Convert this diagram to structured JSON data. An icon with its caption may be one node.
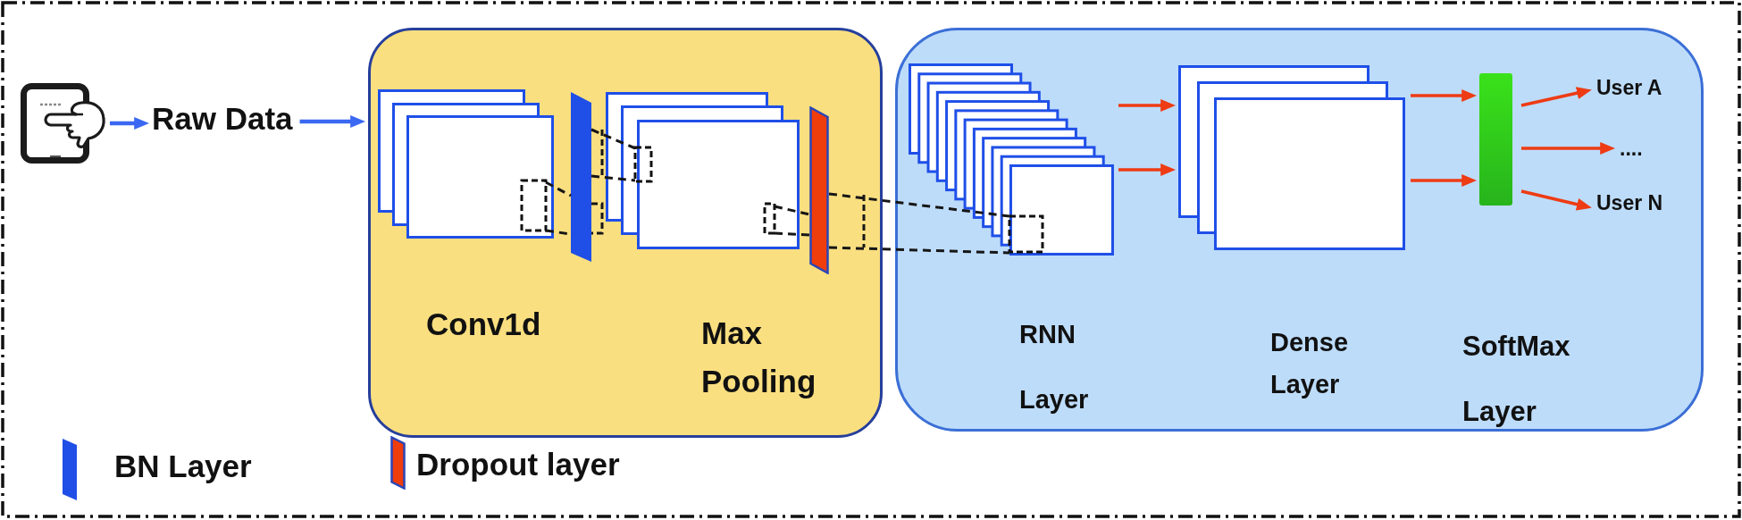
{
  "diagram": {
    "nodes": [
      {
        "text": [],
        "shape": "picture"
      },
      {
        "text": [
          "Raw Data"
        ]
      },
      {
        "text": [],
        "shape": "box"
      },
      {
        "text": [],
        "shape": "box",
        "in": 2,
        "beside": [
          "Conv1d"
        ]
      },
      {
        "text": [],
        "shape": "bar",
        "in": 2
      },
      {
        "text": [],
        "shape": "box",
        "in": 2,
        "beside": [
          "Max Pooling"
        ]
      },
      {
        "text": [],
        "shape": "bar",
        "in": 2
      },
      {
        "text": [],
        "shape": "box"
      },
      {
        "text": [],
        "shape": "box",
        "in": 7,
        "beside": [
          "RNN Layer"
        ]
      },
      {
        "text": [],
        "shape": "box",
        "in": 7,
        "beside": [
          "Dense Layer"
        ]
      },
      {
        "text": [],
        "shape": "bar",
        "in": 7
      },
      {
        "text": [
          "User A"
        ],
        "in": 7
      },
      {
        "text": [
          "...."
        ],
        "in": 7
      },
      {
        "text": [
          "User N"
        ],
        "in": 7
      }
    ],
    "edges": [
      {
        "from": 0,
        "to": 1,
        "arrow": "to",
        "color": "#3a68f2"
      },
      {
        "from": 1,
        "to": 2,
        "arrow": "to",
        "color": "#3a68f2"
      },
      {
        "from": 3,
        "to": 4,
        "arrow": "none",
        "style": "dashed",
        "color": "#161616"
      },
      {
        "from": 4,
        "to": 5,
        "arrow": "none",
        "style": "dashed",
        "color": "#161616"
      },
      {
        "from": 5,
        "to": 6,
        "arrow": "none",
        "style": "dashed",
        "color": "#161616"
      },
      {
        "from": 6,
        "to": 8,
        "arrow": "none",
        "style": "dashed",
        "color": "#161616"
      },
      {
        "from": 8,
        "to": 9,
        "arrow": "to"
      },
      {
        "from": 8,
        "to": 9,
        "arrow": "to"
      },
      {
        "from": 9,
        "to": 10,
        "arrow": "to"
      },
      {
        "from": 9,
        "to": 10,
        "arrow": "to"
      },
      {
        "from": 10,
        "to": 11,
        "arrow": "to"
      },
      {
        "from": 10,
        "to": 12,
        "arrow": "to"
      },
      {
        "from": 10,
        "to": 13,
        "arrow": "to"
      }
    ],
    "labels": [
      "SoftMax Layer"
    ],
    "legend": [
      {
        "text": "BN Layer",
        "color": "#1f4fe6"
      },
      {
        "text": "Dropout layer",
        "color": "#ef3d0c"
      }
    ]
  }
}
